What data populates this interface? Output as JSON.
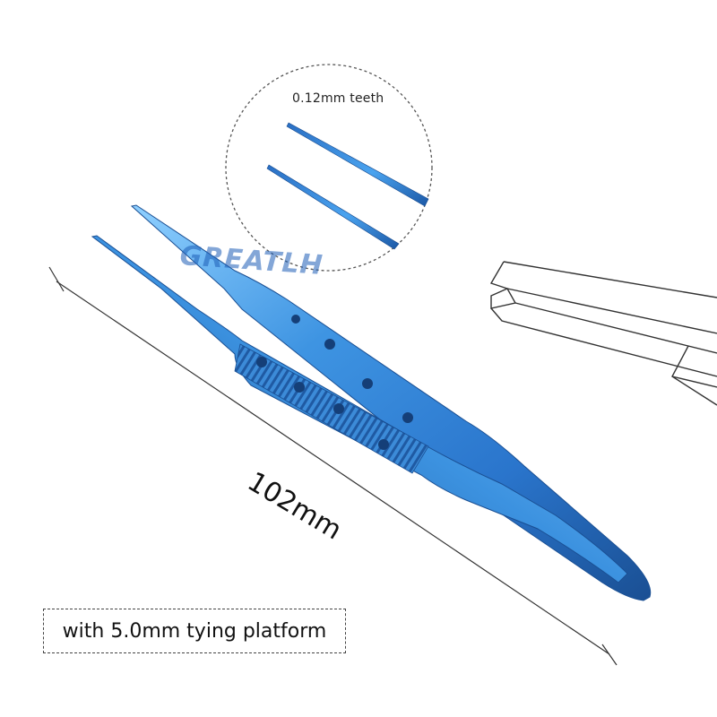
{
  "zoom_callout": {
    "label": "0.12mm teeth"
  },
  "watermark": {
    "text": "GREATLH"
  },
  "dimension": {
    "label": "102mm"
  },
  "feature_box": {
    "text": "with 5.0mm tying platform"
  },
  "colors": {
    "instrument_blue": "#2f82d6",
    "instrument_highlight": "#7fc4ff",
    "instrument_shadow": "#1a4f93",
    "watermark_blue": "#1e5fb8",
    "line_dark": "#333333"
  },
  "icons": {
    "product": "titanium-micro-forceps",
    "diagram": "tying-platform-tip-diagram"
  }
}
